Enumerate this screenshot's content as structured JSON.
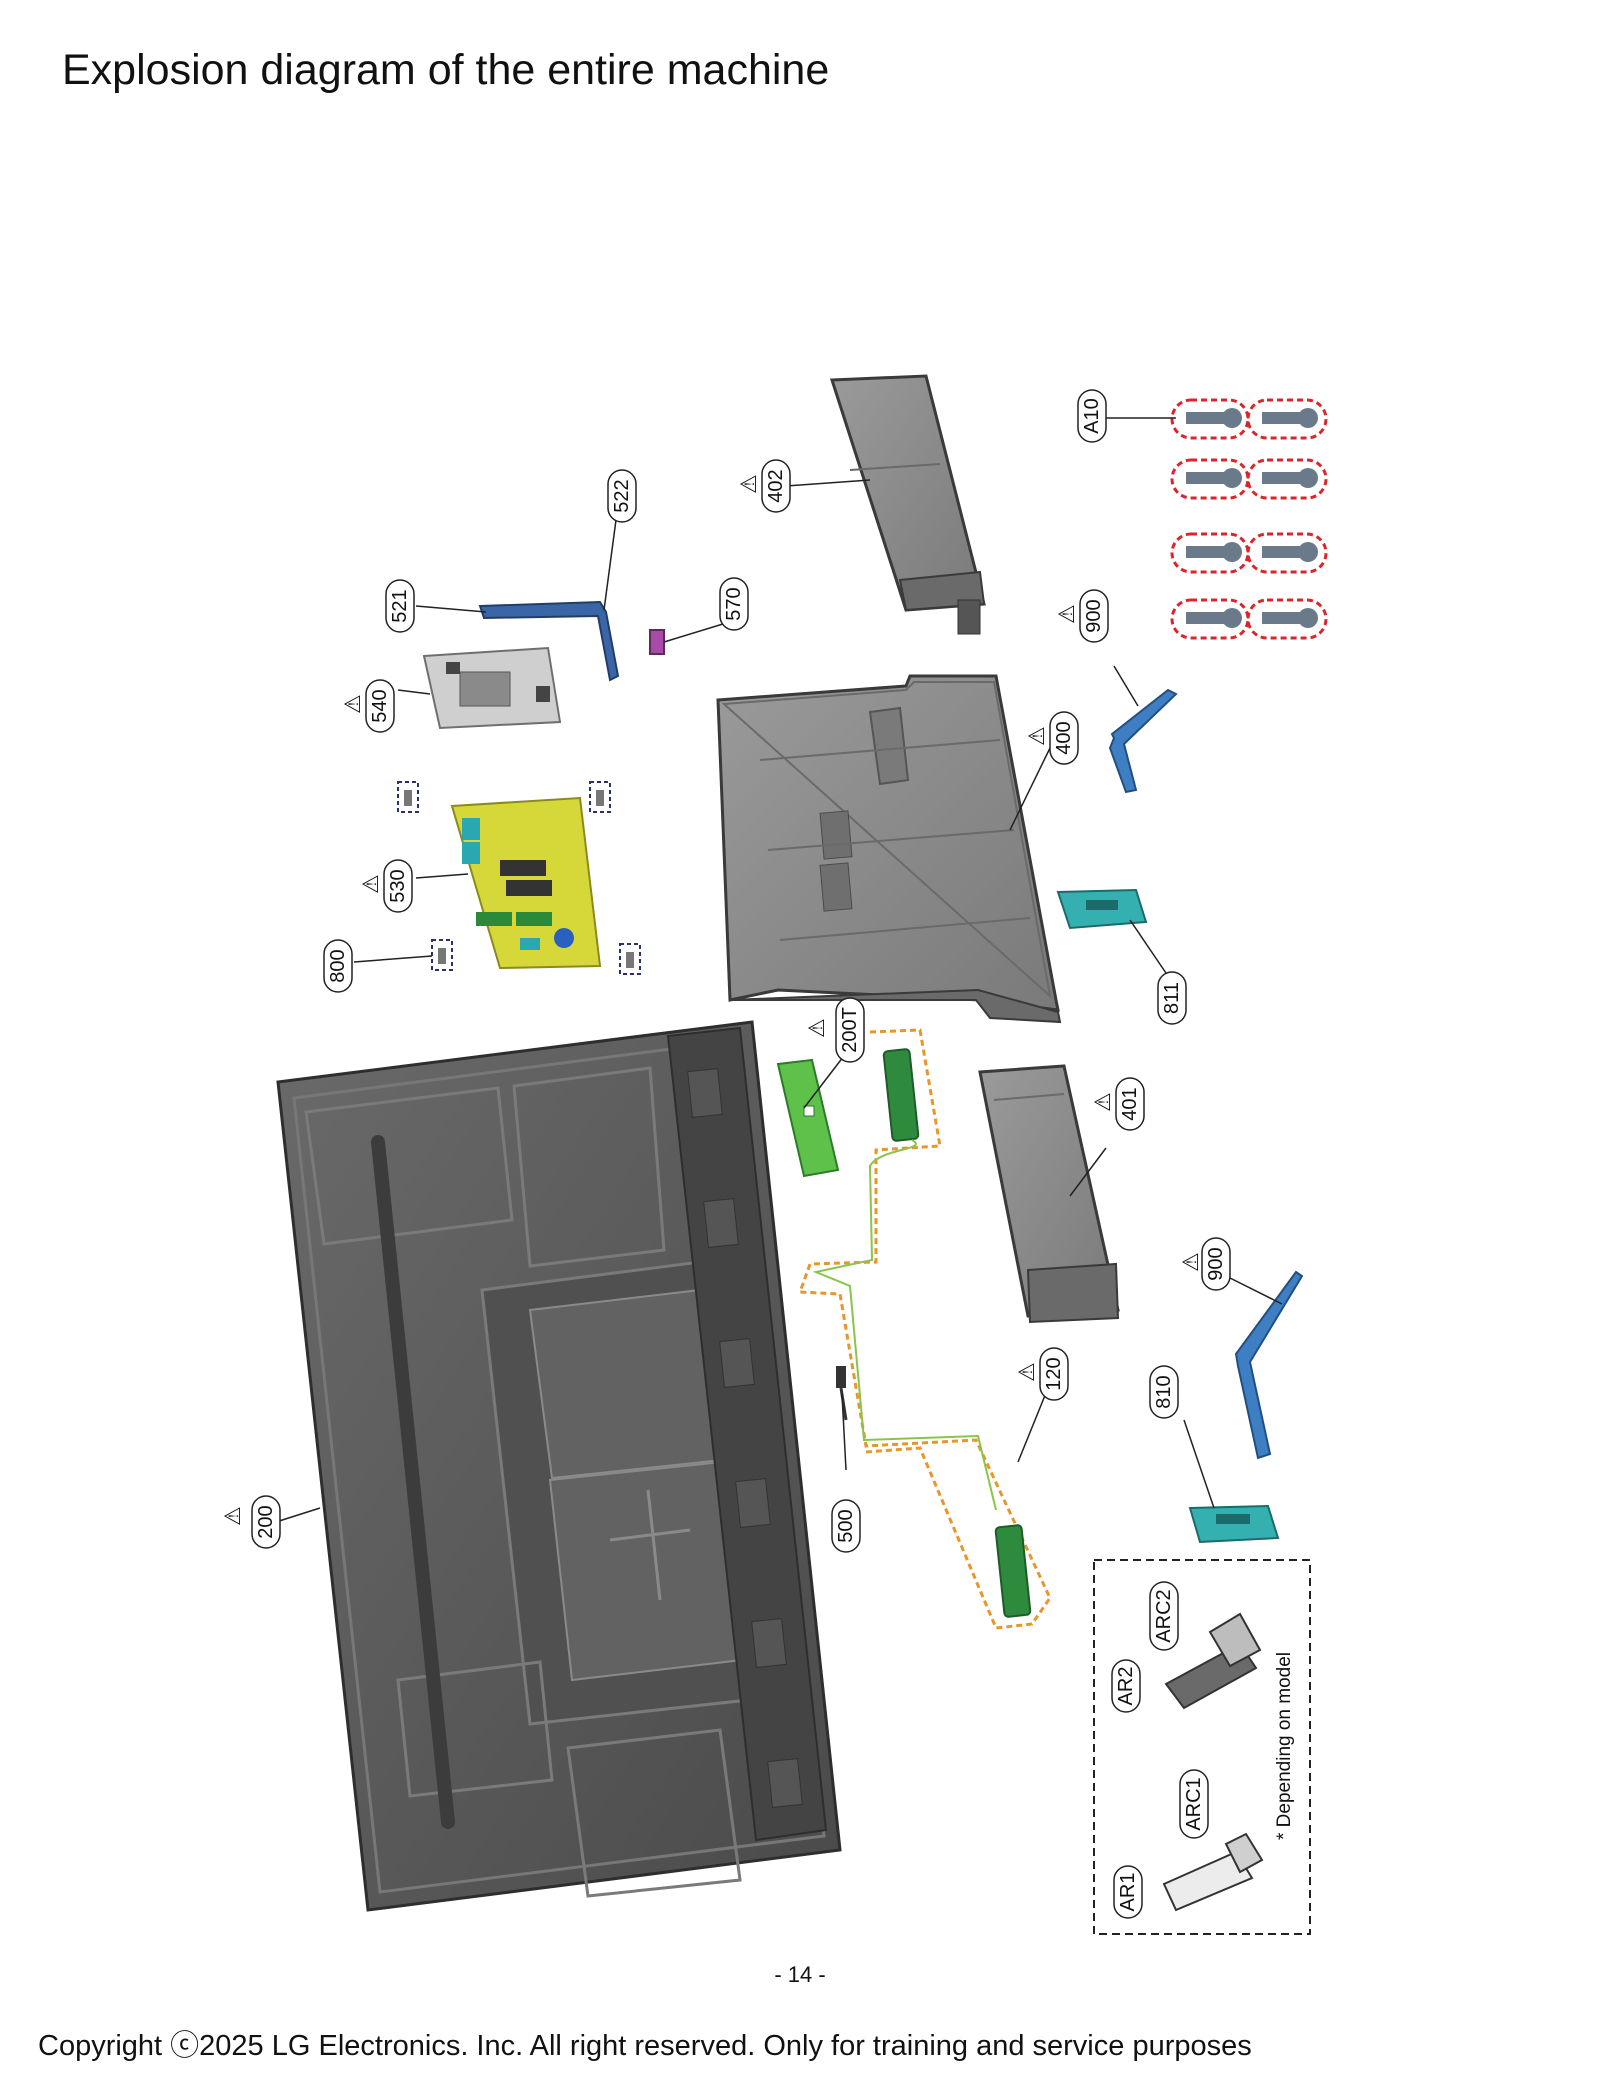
{
  "page": {
    "title": "Explosion diagram of the entire machine",
    "page_number": "- 14 -",
    "copyright": "Copyright ⓒ2025   LG Electronics. Inc. All right reserved. Only for training and service purposes"
  },
  "callouts": {
    "c_200": "200",
    "c_200T": "200T",
    "c_120": "120",
    "c_400": "400",
    "c_401": "401",
    "c_402": "402",
    "c_500": "500",
    "c_521": "521",
    "c_522": "522",
    "c_530": "530",
    "c_540": "540",
    "c_570": "570",
    "c_800": "800",
    "c_810": "810",
    "c_811": "811",
    "c_900a": "900",
    "c_900b": "900",
    "c_A10": "A10",
    "c_AR1": "AR1",
    "c_ARC1": "ARC1",
    "c_AR2": "AR2",
    "c_ARC2": "ARC2"
  },
  "warning_symbol": "⚠",
  "note": "* Depending on model",
  "colors": {
    "panel": "#5a5a5a",
    "cover": "#8c8c8c",
    "main_board": "#d6d83a",
    "speaker_box": "#888888",
    "speaker": "#2e8b3e",
    "ir_board": "#5ec24a",
    "stand": "#3d7fc2",
    "stand_base": "#35b0b0",
    "screw_outline": "#d9262c",
    "cable_outline": "#e8952a",
    "dashed_box": "#2b2f6e",
    "remote_body": "#ececec",
    "remote_dark": "#6a6a6a"
  }
}
